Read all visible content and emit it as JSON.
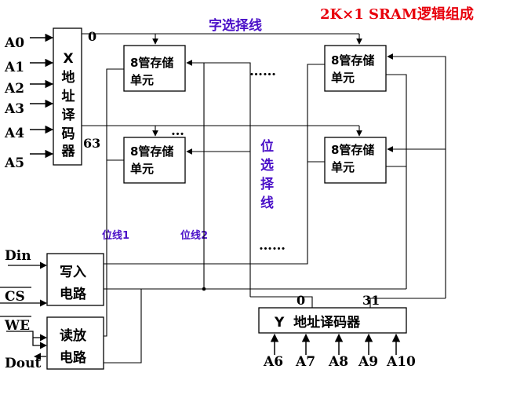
{
  "title": "2K×1 SRAM逻辑组成",
  "colors": {
    "title": "#e8000c",
    "annotation": "#4a10c8",
    "line": "#000000",
    "text": "#000000"
  },
  "word_line_label": "字选择线",
  "bit_select_label": [
    "位",
    "选",
    "择",
    "线"
  ],
  "bit_line1_label": "位线1",
  "bit_line2_label": "位线2",
  "x_decoder": {
    "label": [
      "X",
      "地",
      "址",
      "译",
      "码",
      "器"
    ],
    "out_first": "0",
    "out_last": "63"
  },
  "x_inputs": [
    "A0",
    "A1",
    "A2",
    "A3",
    "A4",
    "A5"
  ],
  "cell": {
    "line1": "8管存储",
    "line2": "单元"
  },
  "ellipsis_h": "……",
  "ellipsis_small": "…",
  "write_circuit": {
    "line1": "写入",
    "line2": "电路"
  },
  "read_circuit": {
    "line1": "读放",
    "line2": "电路"
  },
  "control_inputs": {
    "din": "Din",
    "cs": "CS",
    "we": "WE",
    "dout": "Dout"
  },
  "y_decoder": {
    "label": "Y  地址译码器",
    "out_first": "0",
    "out_last": "31"
  },
  "y_inputs": [
    "A6",
    "A7",
    "A8",
    "A9",
    "A10"
  ]
}
